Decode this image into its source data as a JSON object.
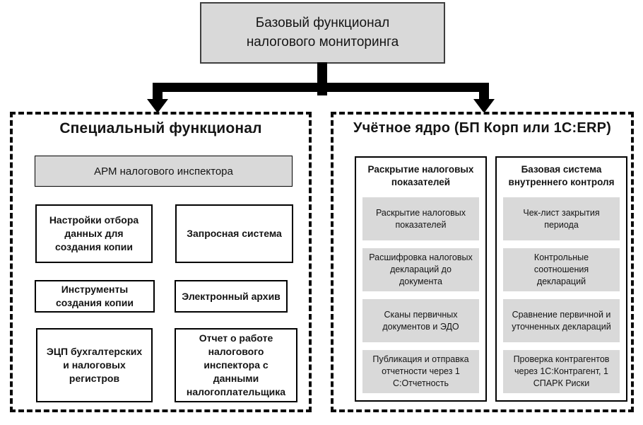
{
  "top_box": {
    "title": "Базовый функционал налогового мониторинга"
  },
  "left_section": {
    "title": "Специальный функционал",
    "arm_box": "АРМ налогового инспектора",
    "boxes": [
      "Настройки отбора данных для  создания копии",
      "Запросная система",
      "Инструменты создания копии",
      "Электронный архив",
      "ЭЦП бухгалтерских и налоговых регистров",
      "Отчет о работе налогового инспектора с данными налогоплательщика"
    ]
  },
  "right_section": {
    "title": "Учётное ядро (БП Корп или 1C:ERP)",
    "columns": [
      {
        "header": "Раскрытие налоговых показателей",
        "items": [
          "Раскрытие налоговых показателей",
          "Расшифровка налоговых деклараций до документа",
          "Сканы первичных документов и ЭДО",
          "Публикация и отправка отчетности через 1 С:Отчетность"
        ]
      },
      {
        "header": "Базовая система внутреннего контроля",
        "items": [
          "Чек-лист закрытия периода",
          "Контрольные соотношения деклараций",
          "Сравнение первичной и уточненных деклараций",
          "Проверка контрагентов через 1С:Контрагент, 1 СПАРК Риски"
        ]
      }
    ]
  },
  "colors": {
    "box_fill": "#d9d9d9",
    "line": "#000000",
    "background": "#ffffff"
  }
}
